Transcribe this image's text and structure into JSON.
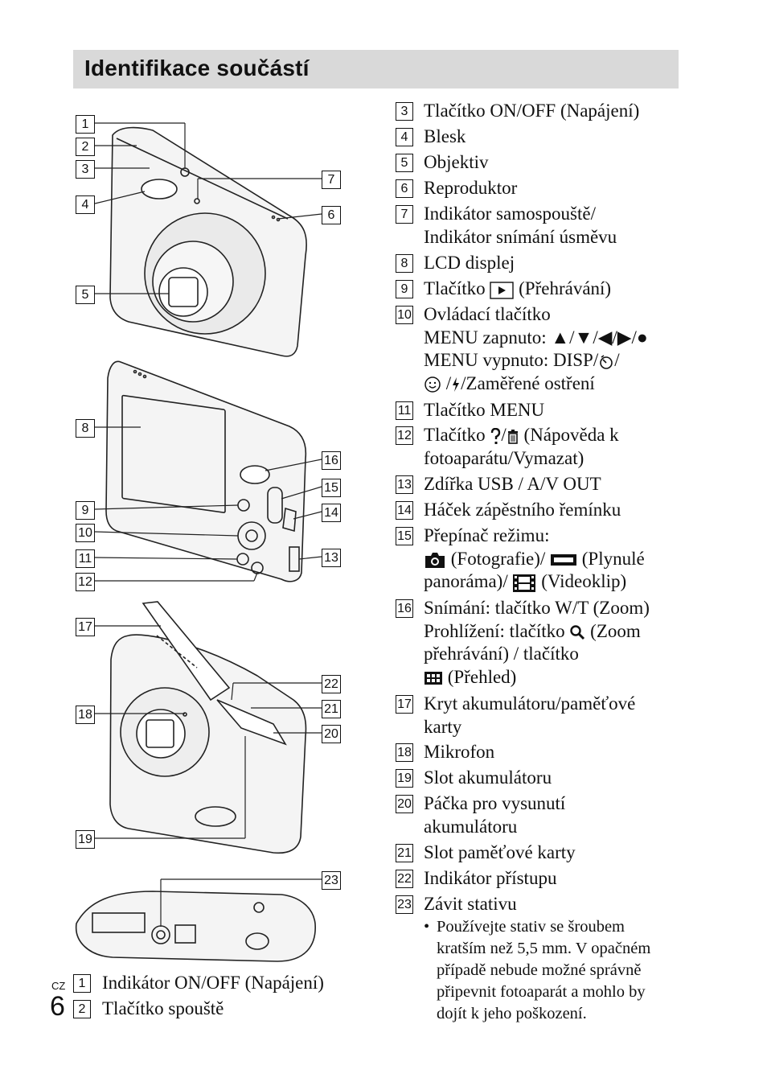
{
  "header": {
    "title": "Identifikace součástí"
  },
  "page": {
    "lang": "CZ",
    "number": "6"
  },
  "callouts": [
    "1",
    "2",
    "3",
    "4",
    "5",
    "6",
    "7",
    "8",
    "9",
    "10",
    "11",
    "12",
    "13",
    "14",
    "15",
    "16",
    "17",
    "18",
    "19",
    "20",
    "21",
    "22",
    "23"
  ],
  "items": {
    "i3": {
      "num": "3",
      "lines": [
        "Tlačítko ON/OFF (Napájení)"
      ]
    },
    "i4": {
      "num": "4",
      "lines": [
        "Blesk"
      ]
    },
    "i5": {
      "num": "5",
      "lines": [
        "Objektiv"
      ]
    },
    "i6": {
      "num": "6",
      "lines": [
        "Reproduktor"
      ]
    },
    "i7": {
      "num": "7",
      "lines": [
        "Indikátor samospouště/",
        "Indikátor snímání úsměvu"
      ]
    },
    "i8": {
      "num": "8",
      "lines": [
        "LCD displej"
      ]
    },
    "i9": {
      "num": "9",
      "pre": "Tlačítko",
      "post": "(Přehrávání)"
    },
    "i10": {
      "num": "10",
      "l1": "Ovládací tlačítko",
      "l2": "MENU zapnuto: ▲/▼/◀/▶/●",
      "l3a": "MENU vypnuto: DISP/",
      "l3b": "/",
      "l4a": "/",
      "l4b": "/Zaměřené ostření"
    },
    "i11": {
      "num": "11",
      "lines": [
        "Tlačítko MENU"
      ]
    },
    "i12": {
      "num": "12",
      "l1a": "Tlačítko",
      "l1b": "/",
      "l1c": "(Nápověda k",
      "l2": "fotoaparátu/Vymazat)"
    },
    "i13": {
      "num": "13",
      "lines": [
        "Zdířka USB / A/V OUT"
      ]
    },
    "i14": {
      "num": "14",
      "lines": [
        "Háček zápěstního řemínku"
      ]
    },
    "i15": {
      "num": "15",
      "l1": "Přepínač režimu:",
      "l2a": "(Fotografie)/",
      "l2b": "(Plynulé",
      "l3a": "panoráma)/",
      "l3b": "(Videoklip)"
    },
    "i16": {
      "num": "16",
      "l1": "Snímání: tlačítko W/T (Zoom)",
      "l2a": "Prohlížení: tlačítko",
      "l2b": "(Zoom",
      "l3": "přehrávání) / tlačítko",
      "l4": "(Přehled)"
    },
    "i17": {
      "num": "17",
      "lines": [
        "Kryt akumulátoru/paměťové",
        "karty"
      ]
    },
    "i18": {
      "num": "18",
      "lines": [
        "Mikrofon"
      ]
    },
    "i19": {
      "num": "19",
      "lines": [
        "Slot akumulátoru"
      ]
    },
    "i20": {
      "num": "20",
      "lines": [
        "Páčka pro vysunutí",
        "akumulátoru"
      ]
    },
    "i21": {
      "num": "21",
      "lines": [
        "Slot paměťové karty"
      ]
    },
    "i22": {
      "num": "22",
      "lines": [
        "Indikátor přístupu"
      ]
    },
    "i23": {
      "num": "23",
      "lines": [
        "Závit stativu"
      ]
    }
  },
  "note": {
    "bullet": "•",
    "lines": [
      "Používejte stativ se šroubem",
      "kratším než 5,5 mm. V opačném",
      "případě nebude možné správně",
      "připevnit fotoaparát a mohlo by",
      "dojít k jeho poškození."
    ]
  },
  "bottom": {
    "b1": {
      "num": "1",
      "text": "Indikátor ON/OFF (Napájení)"
    },
    "b2": {
      "num": "2",
      "text": "Tlačítko spouště"
    }
  },
  "icons": [
    "play-icon",
    "timer-icon",
    "smile-icon",
    "flash-icon",
    "help-icon",
    "trash-icon",
    "camera-icon",
    "panorama-icon",
    "movie-icon",
    "zoom-icon",
    "index-icon"
  ]
}
